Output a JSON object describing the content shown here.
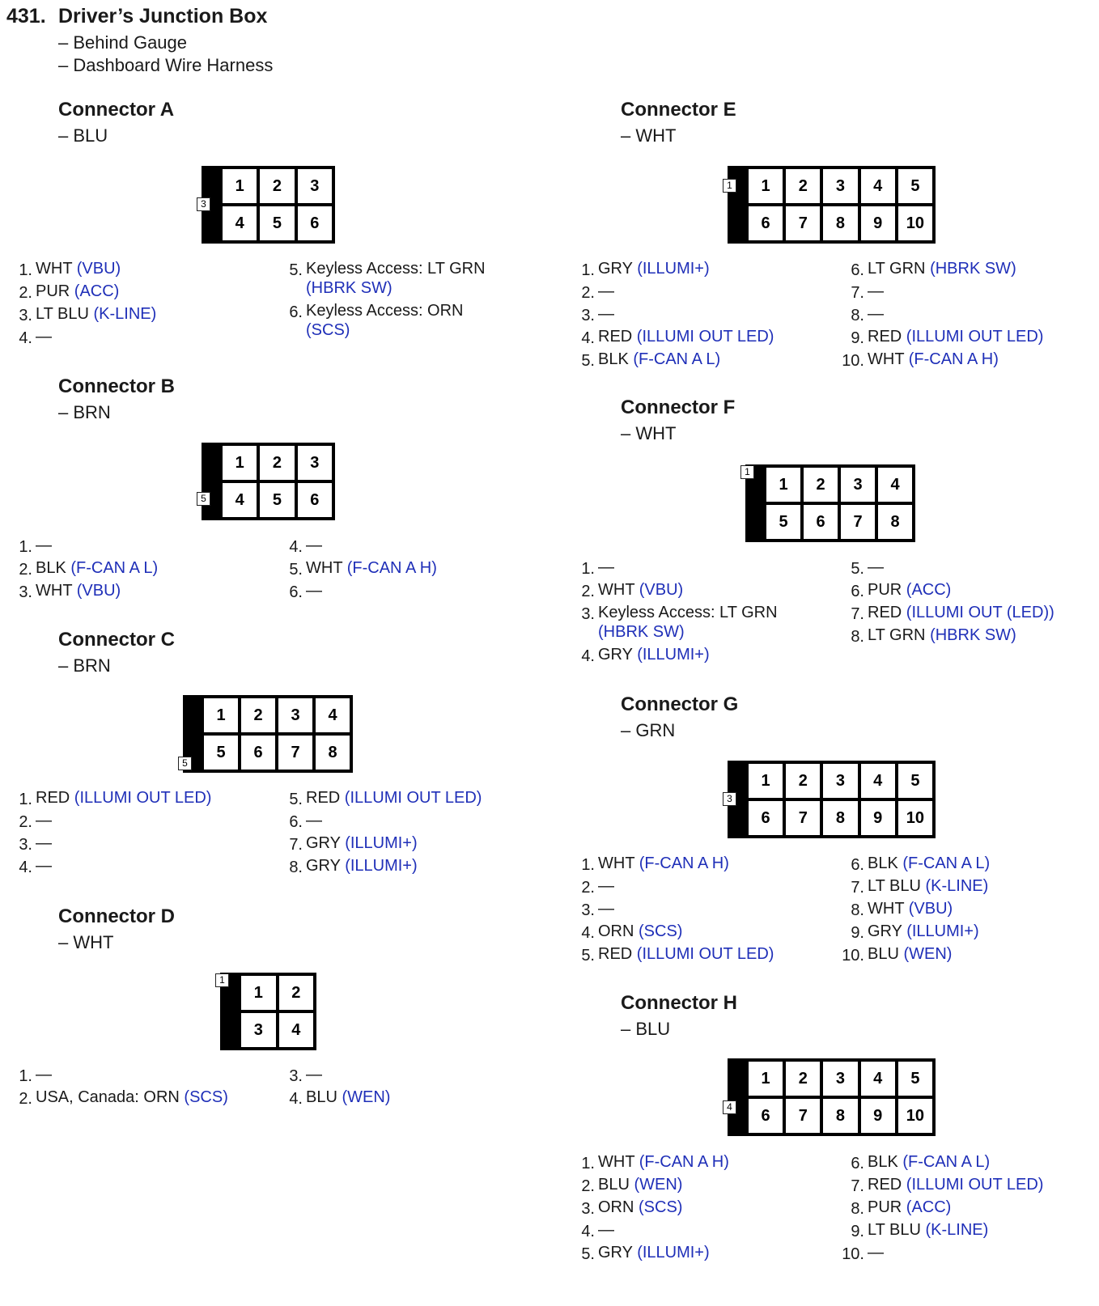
{
  "header": {
    "number": "431.",
    "title": "Driver’s Junction Box",
    "sublines": [
      "– Behind Gauge",
      "– Dashboard Wire Harness"
    ]
  },
  "connectors": {
    "A": {
      "title": "Connector A",
      "color": "– BLU",
      "tab": "3",
      "cells": [
        "1",
        "2",
        "3",
        "4",
        "5",
        "6"
      ],
      "left": [
        {
          "n": "1.",
          "text": "WHT ",
          "sig": "(VBU)"
        },
        {
          "n": "2.",
          "text": "PUR ",
          "sig": "(ACC)"
        },
        {
          "n": "3.",
          "text": "LT BLU ",
          "sig": "(K-LINE)"
        },
        {
          "n": "4.",
          "text": "—",
          "sig": ""
        }
      ],
      "right": [
        {
          "n": "5.",
          "text": "Keyless Access: LT GRN",
          "sig": "(HBRK SW)"
        },
        {
          "n": "6.",
          "text": "Keyless Access: ORN",
          "sig": "(SCS)"
        }
      ]
    },
    "B": {
      "title": "Connector B",
      "color": "– BRN",
      "tab": "5",
      "cells": [
        "1",
        "2",
        "3",
        "4",
        "5",
        "6"
      ],
      "left": [
        {
          "n": "1.",
          "text": "—",
          "sig": ""
        },
        {
          "n": "2.",
          "text": "BLK ",
          "sig": "(F-CAN A L)"
        },
        {
          "n": "3.",
          "text": "WHT ",
          "sig": "(VBU)"
        }
      ],
      "right": [
        {
          "n": "4.",
          "text": "—",
          "sig": ""
        },
        {
          "n": "5.",
          "text": "WHT ",
          "sig": "(F-CAN A H)"
        },
        {
          "n": "6.",
          "text": "—",
          "sig": ""
        }
      ]
    },
    "C": {
      "title": "Connector C",
      "color": "– BRN",
      "tab": "5",
      "cells": [
        "1",
        "2",
        "3",
        "4",
        "5",
        "6",
        "7",
        "8"
      ],
      "left": [
        {
          "n": "1.",
          "text": "RED ",
          "sig": "(ILLUMI OUT LED)"
        },
        {
          "n": "2.",
          "text": "—",
          "sig": ""
        },
        {
          "n": "3.",
          "text": "—",
          "sig": ""
        },
        {
          "n": "4.",
          "text": "—",
          "sig": ""
        }
      ],
      "right": [
        {
          "n": "5.",
          "text": "RED ",
          "sig": "(ILLUMI OUT LED)"
        },
        {
          "n": "6.",
          "text": "—",
          "sig": ""
        },
        {
          "n": "7.",
          "text": "GRY ",
          "sig": "(ILLUMI+)"
        },
        {
          "n": "8.",
          "text": "GRY ",
          "sig": "(ILLUMI+)"
        }
      ]
    },
    "D": {
      "title": "Connector D",
      "color": "– WHT",
      "tab": "1",
      "cells": [
        "1",
        "2",
        "3",
        "4"
      ],
      "left": [
        {
          "n": "1.",
          "text": "—",
          "sig": ""
        },
        {
          "n": "2.",
          "text": "USA, Canada: ORN ",
          "sig": "(SCS)"
        }
      ],
      "right": [
        {
          "n": "3.",
          "text": "—",
          "sig": ""
        },
        {
          "n": "4.",
          "text": "BLU ",
          "sig": "(WEN)"
        }
      ]
    },
    "E": {
      "title": "Connector E",
      "color": "– WHT",
      "tab": "1",
      "cells": [
        "1",
        "2",
        "3",
        "4",
        "5",
        "6",
        "7",
        "8",
        "9",
        "10"
      ],
      "left": [
        {
          "n": "1.",
          "text": "GRY ",
          "sig": "(ILLUMI+)"
        },
        {
          "n": "2.",
          "text": "—",
          "sig": ""
        },
        {
          "n": "3.",
          "text": "—",
          "sig": ""
        },
        {
          "n": "4.",
          "text": "RED ",
          "sig": "(ILLUMI OUT LED)"
        },
        {
          "n": "5.",
          "text": "BLK ",
          "sig": "(F-CAN A L)"
        }
      ],
      "right": [
        {
          "n": "6.",
          "text": "LT GRN ",
          "sig": "(HBRK SW)"
        },
        {
          "n": "7.",
          "text": "—",
          "sig": ""
        },
        {
          "n": "8.",
          "text": "—",
          "sig": ""
        },
        {
          "n": "9.",
          "text": "RED ",
          "sig": "(ILLUMI OUT LED)"
        },
        {
          "n": "10.",
          "text": "WHT ",
          "sig": "(F-CAN A H)"
        }
      ]
    },
    "F": {
      "title": "Connector F",
      "color": "– WHT",
      "tab": "1",
      "cells": [
        "1",
        "2",
        "3",
        "4",
        "5",
        "6",
        "7",
        "8"
      ],
      "left": [
        {
          "n": "1.",
          "text": "—",
          "sig": ""
        },
        {
          "n": "2.",
          "text": "WHT ",
          "sig": "(VBU)"
        },
        {
          "n": "3.",
          "text": "Keyless Access: LT GRN",
          "sig": "(HBRK SW)"
        },
        {
          "n": "4.",
          "text": "GRY ",
          "sig": "(ILLUMI+)"
        }
      ],
      "right": [
        {
          "n": "5.",
          "text": "—",
          "sig": ""
        },
        {
          "n": "6.",
          "text": "PUR ",
          "sig": "(ACC)"
        },
        {
          "n": "7.",
          "text": "RED ",
          "sig": "(ILLUMI OUT (LED))"
        },
        {
          "n": "8.",
          "text": "LT GRN ",
          "sig": "(HBRK SW)"
        }
      ]
    },
    "G": {
      "title": "Connector G",
      "color": "– GRN",
      "tab": "3",
      "cells": [
        "1",
        "2",
        "3",
        "4",
        "5",
        "6",
        "7",
        "8",
        "9",
        "10"
      ],
      "left": [
        {
          "n": "1.",
          "text": "WHT ",
          "sig": "(F-CAN A H)"
        },
        {
          "n": "2.",
          "text": "—",
          "sig": ""
        },
        {
          "n": "3.",
          "text": "—",
          "sig": ""
        },
        {
          "n": "4.",
          "text": "ORN ",
          "sig": "(SCS)"
        },
        {
          "n": "5.",
          "text": "RED ",
          "sig": "(ILLUMI OUT LED)"
        }
      ],
      "right": [
        {
          "n": "6.",
          "text": "BLK ",
          "sig": "(F-CAN A L)"
        },
        {
          "n": "7.",
          "text": "LT BLU ",
          "sig": "(K-LINE)"
        },
        {
          "n": "8.",
          "text": "WHT ",
          "sig": "(VBU)"
        },
        {
          "n": "9.",
          "text": "GRY ",
          "sig": "(ILLUMI+)"
        },
        {
          "n": "10.",
          "text": "BLU ",
          "sig": "(WEN)"
        }
      ]
    },
    "H": {
      "title": "Connector H",
      "color": "– BLU",
      "tab": "4",
      "cells": [
        "1",
        "2",
        "3",
        "4",
        "5",
        "6",
        "7",
        "8",
        "9",
        "10"
      ],
      "left": [
        {
          "n": "1.",
          "text": "WHT ",
          "sig": "(F-CAN A H)"
        },
        {
          "n": "2.",
          "text": "BLU ",
          "sig": "(WEN)"
        },
        {
          "n": "3.",
          "text": "ORN ",
          "sig": "(SCS)"
        },
        {
          "n": "4.",
          "text": "—",
          "sig": ""
        },
        {
          "n": "5.",
          "text": "GRY ",
          "sig": "(ILLUMI+)"
        }
      ],
      "right": [
        {
          "n": "6.",
          "text": "BLK ",
          "sig": "(F-CAN A L)"
        },
        {
          "n": "7.",
          "text": "RED ",
          "sig": "(ILLUMI OUT LED)"
        },
        {
          "n": "8.",
          "text": "PUR ",
          "sig": "(ACC)"
        },
        {
          "n": "9.",
          "text": "LT BLU ",
          "sig": "(K-LINE)"
        },
        {
          "n": "10.",
          "text": "—",
          "sig": ""
        }
      ]
    }
  },
  "colors": {
    "signal": "#1f2fb8",
    "text": "#1a1a1a",
    "connector": "#000000"
  }
}
